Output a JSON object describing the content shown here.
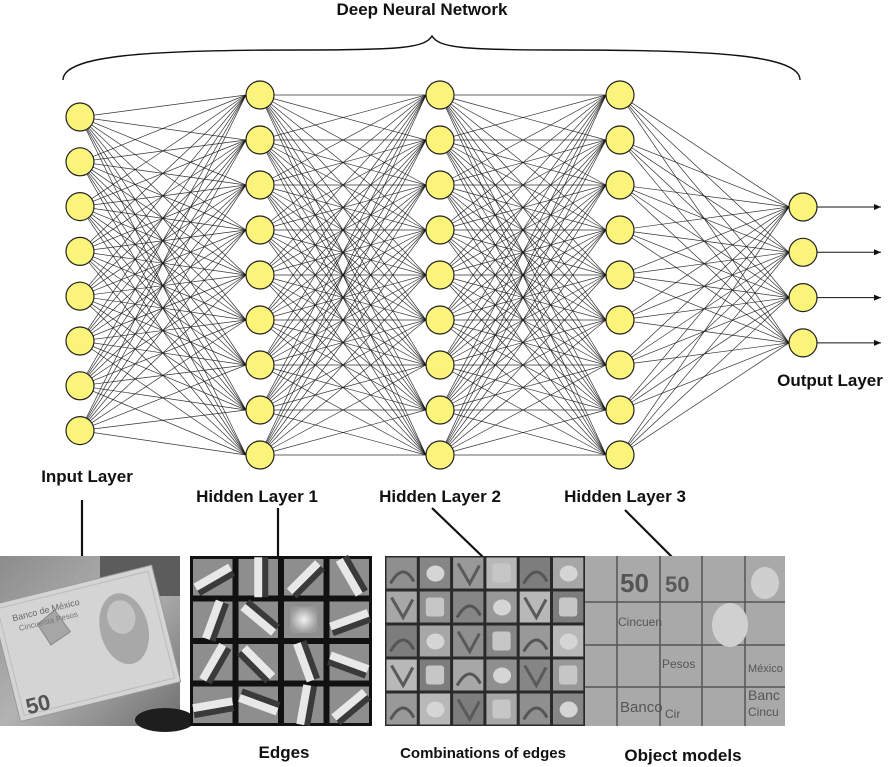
{
  "title": "Deep Neural Network",
  "layers": [
    {
      "label": "Input Layer",
      "nodes": 8
    },
    {
      "label": "Hidden Layer 1",
      "nodes": 9
    },
    {
      "label": "Hidden Layer 2",
      "nodes": 9
    },
    {
      "label": "Hidden Layer 3",
      "nodes": 9
    },
    {
      "label": "Output Layer",
      "nodes": 4
    }
  ],
  "panels": [
    {
      "name": "input-photo-panel",
      "caption": ""
    },
    {
      "name": "edges-panel",
      "caption": "Edges"
    },
    {
      "name": "combinations-panel",
      "caption": "Combinations of edges"
    },
    {
      "name": "object-models-panel",
      "caption": "Object models"
    }
  ],
  "panel_text": {
    "banknote": [
      "Banco de México",
      "Cincuenta Pesos",
      "50"
    ],
    "object_models": [
      "50",
      "50",
      "Cincuen",
      "México",
      "Pesos",
      "Banco",
      "Cir",
      "Banc",
      "Cincu"
    ]
  }
}
